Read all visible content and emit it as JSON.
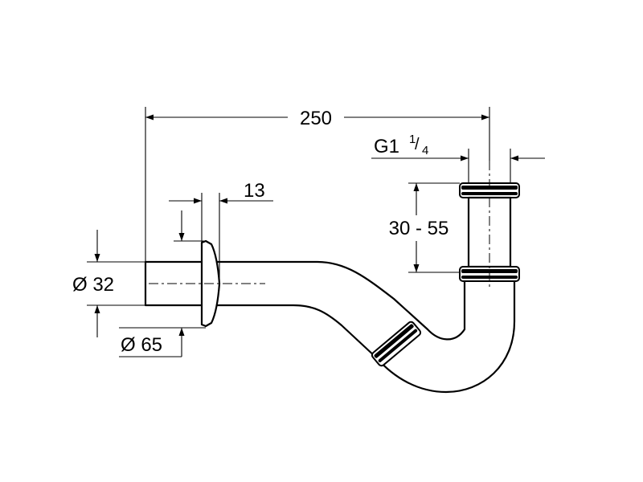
{
  "drawing": {
    "dimensions": {
      "overall_length": "250",
      "thread_prefix": "G1",
      "thread_num": "1",
      "thread_den": "4",
      "height_range": "30 - 55",
      "flange_thickness": "13",
      "pipe_diameter": "Ø 32",
      "flange_diameter": "Ø 65"
    }
  }
}
